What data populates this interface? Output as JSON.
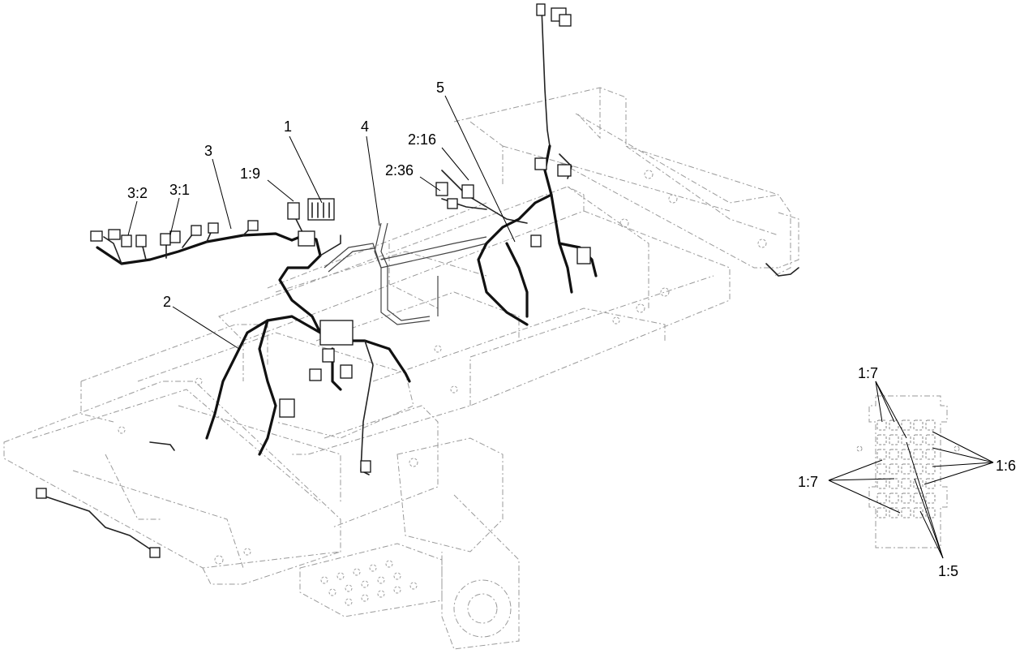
{
  "callouts": [
    {
      "key": "c1",
      "text": "1"
    },
    {
      "key": "c1_9",
      "text": "1:9"
    },
    {
      "key": "c2",
      "text": "2"
    },
    {
      "key": "c2_16",
      "text": "2:16"
    },
    {
      "key": "c2_36",
      "text": "2:36"
    },
    {
      "key": "c3",
      "text": "3"
    },
    {
      "key": "c3_1",
      "text": "3:1"
    },
    {
      "key": "c3_2",
      "text": "3:2"
    },
    {
      "key": "c4",
      "text": "4"
    },
    {
      "key": "c5",
      "text": "5"
    }
  ],
  "inset_callouts": [
    {
      "key": "i1_7a",
      "text": "1:7"
    },
    {
      "key": "i1_7b",
      "text": "1:7"
    },
    {
      "key": "i1_6",
      "text": "1:6"
    },
    {
      "key": "i1_5",
      "text": "1:5"
    }
  ]
}
